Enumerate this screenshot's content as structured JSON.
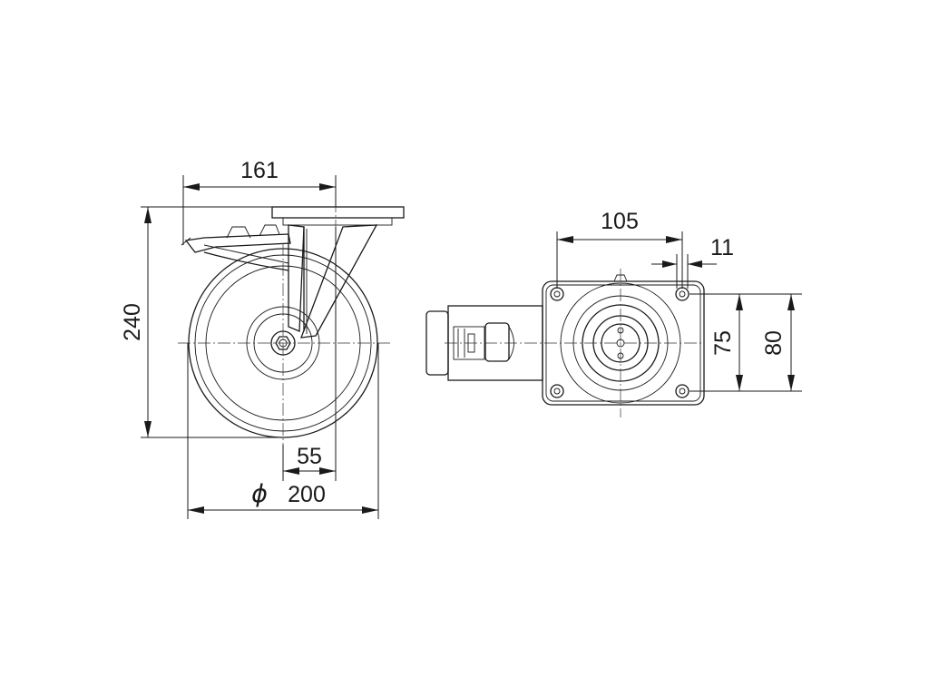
{
  "dimensions": {
    "width_161": "161",
    "height_240": "240",
    "offset_55": "55",
    "diameter_symbol": "ϕ",
    "diameter_200": "200",
    "plate_105": "105",
    "hole_11": "11",
    "bolt_75": "75",
    "plate_80": "80"
  }
}
